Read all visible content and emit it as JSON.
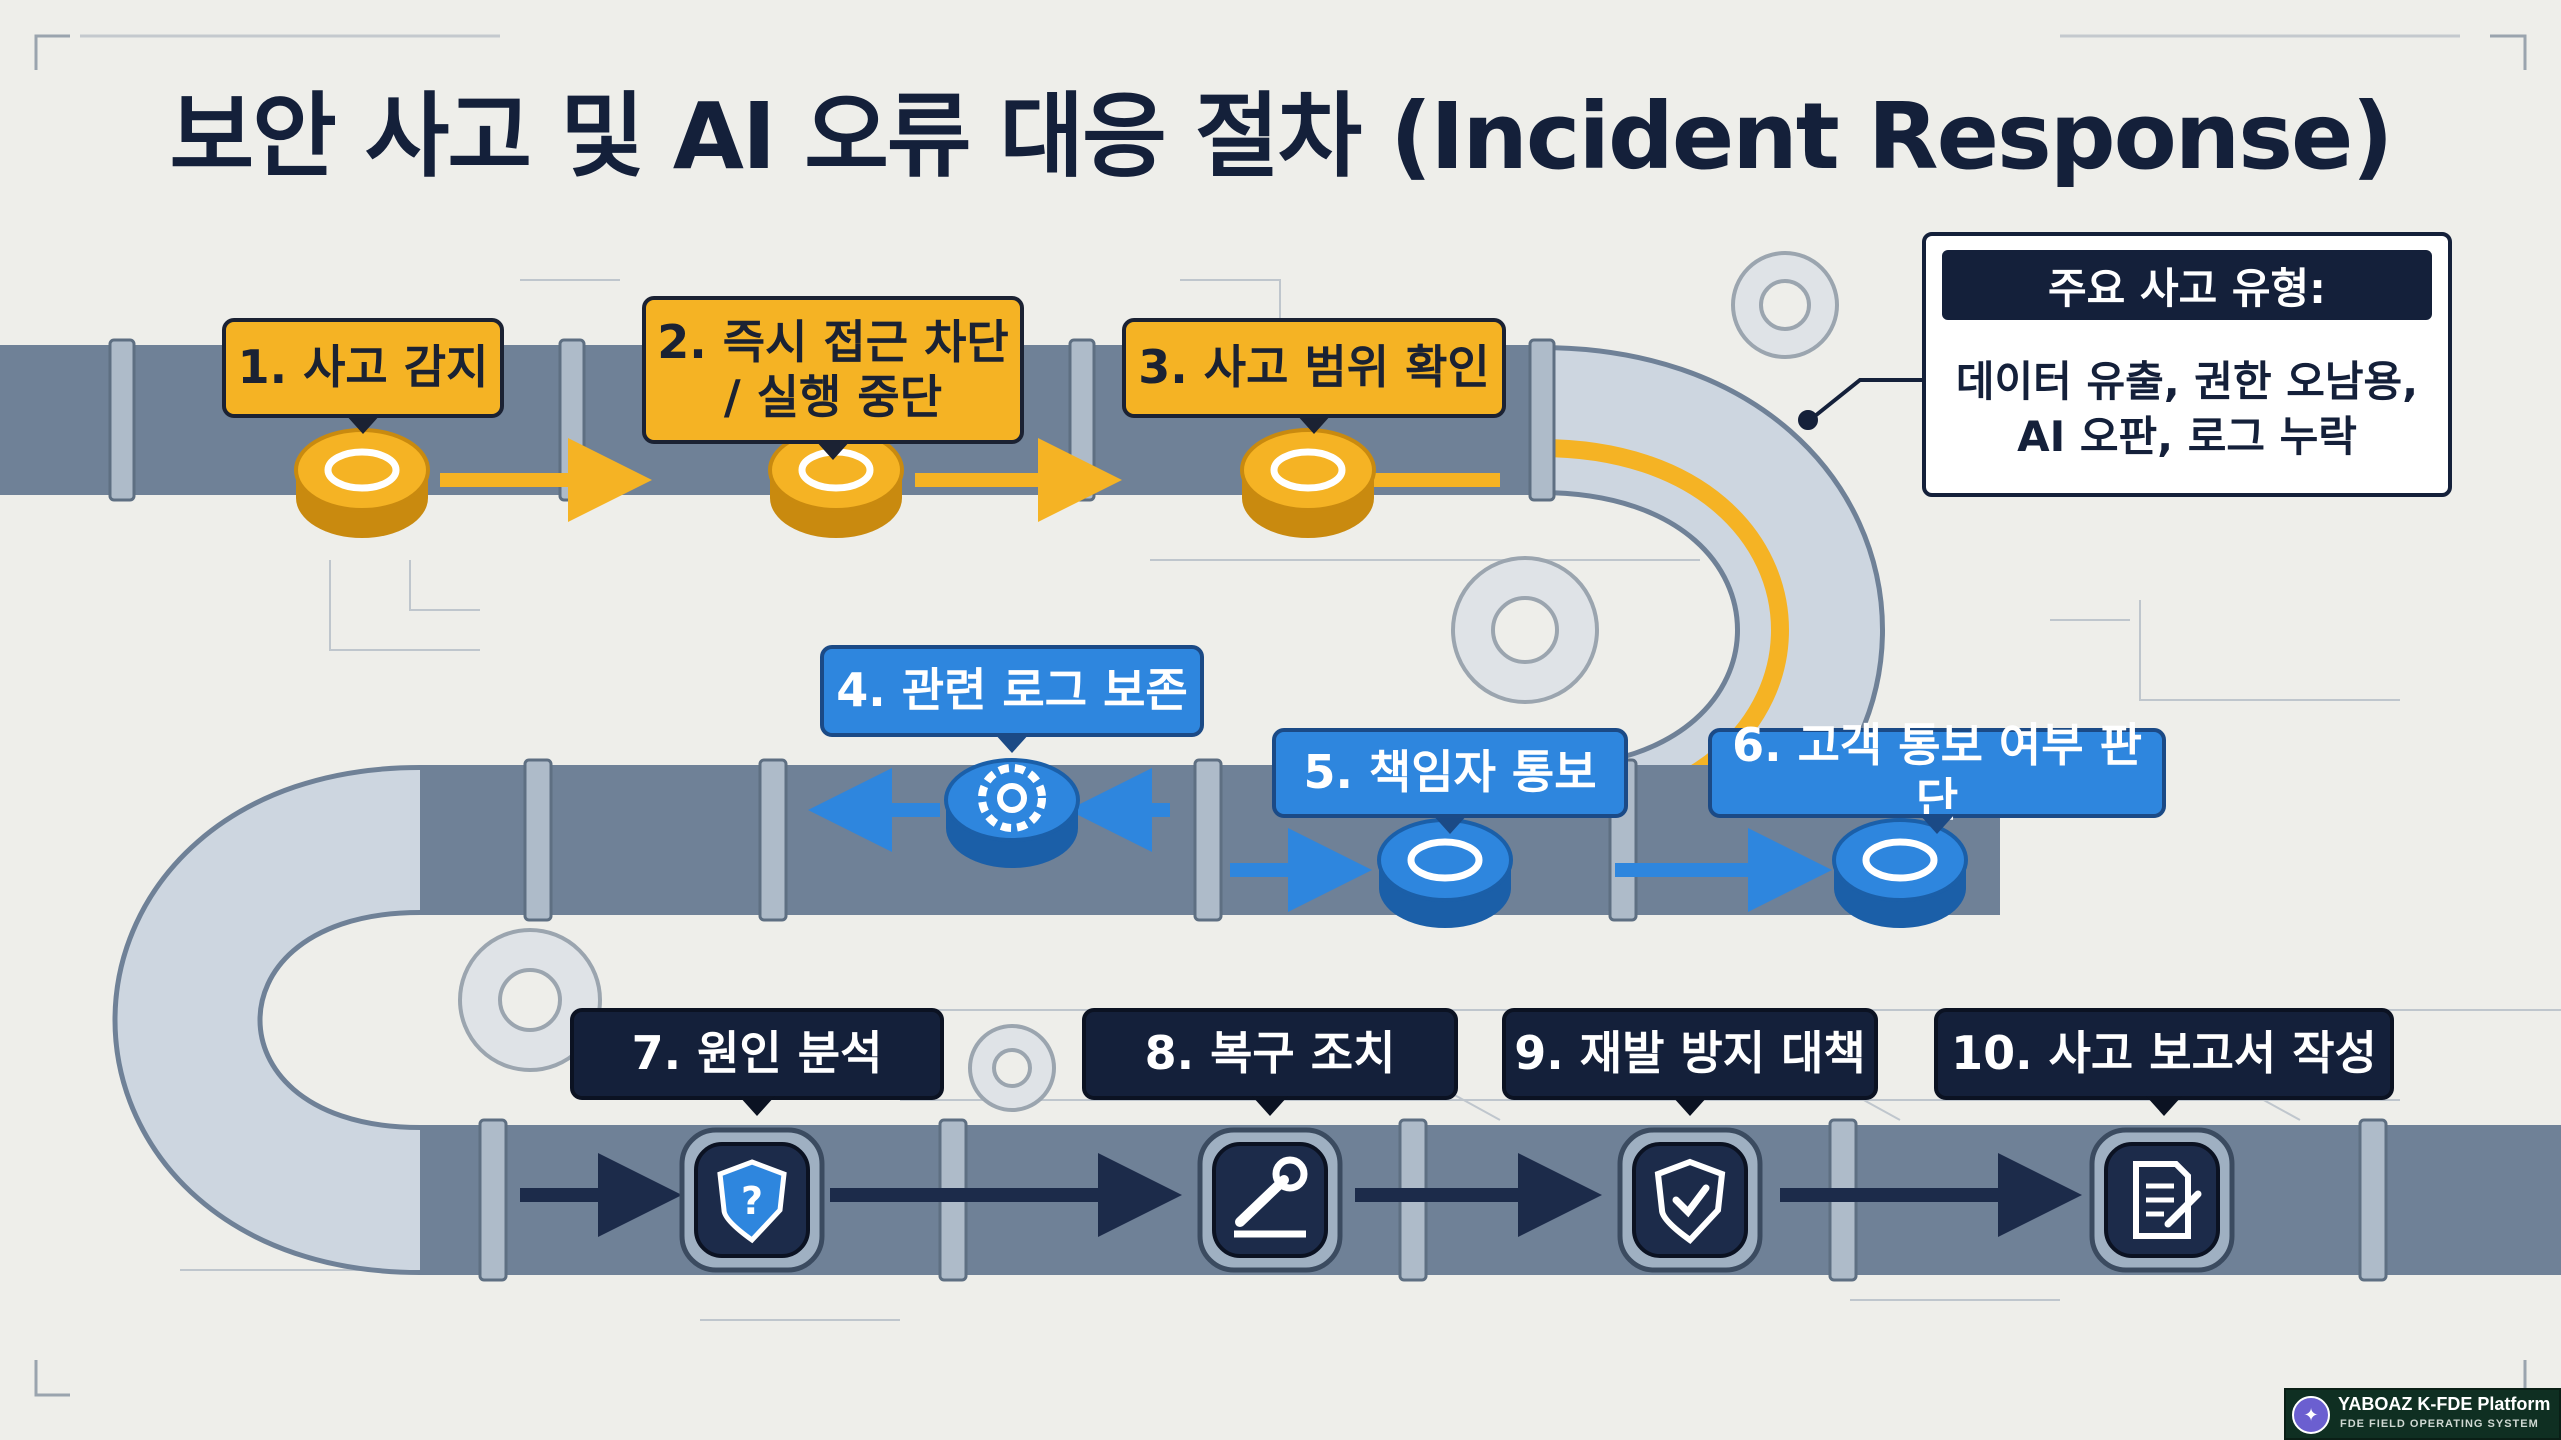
{
  "title": "보안 사고 및 AI 오류 대응 절차 (Incident Response)",
  "steps": [
    {
      "label": "1. 사고 감지",
      "style": "orange",
      "icon": "ring"
    },
    {
      "label": "2. 즉시 접근 차단\n/ 실행 중단",
      "style": "orange",
      "icon": "ring"
    },
    {
      "label": "3. 사고 범위 확인",
      "style": "orange",
      "icon": "ring"
    },
    {
      "label": "4. 관련 로그 보존",
      "style": "blue",
      "icon": "gear-icon"
    },
    {
      "label": "5. 책임자 통보",
      "style": "blue",
      "icon": "ring"
    },
    {
      "label": "6. 고객 통보 여부 판단",
      "style": "blue",
      "icon": "ring"
    },
    {
      "label": "7. 원인 분석",
      "style": "navy",
      "icon": "shield-question-icon"
    },
    {
      "label": "8. 복구 조치",
      "style": "navy",
      "icon": "wrench-icon"
    },
    {
      "label": "9. 재발 방지 대책",
      "style": "navy",
      "icon": "shield-check-icon"
    },
    {
      "label": "10. 사고 보고서 작성",
      "style": "navy",
      "icon": "document-edit-icon"
    }
  ],
  "info_box": {
    "heading": "주요 사고 유형:",
    "body": "데이터 유출, 권한 오남용,\nAI 오판, 로그 누락"
  },
  "badge": {
    "title": "YABOAZ K-FDE Platform",
    "subtitle": "FDE FIELD OPERATING SYSTEM"
  },
  "colors": {
    "orange": "#f5b324",
    "blue": "#2e86de",
    "navy": "#14203a",
    "pipe": "#c9d3de",
    "pipe_edge": "#6f8197",
    "background": "#eeeeea"
  }
}
